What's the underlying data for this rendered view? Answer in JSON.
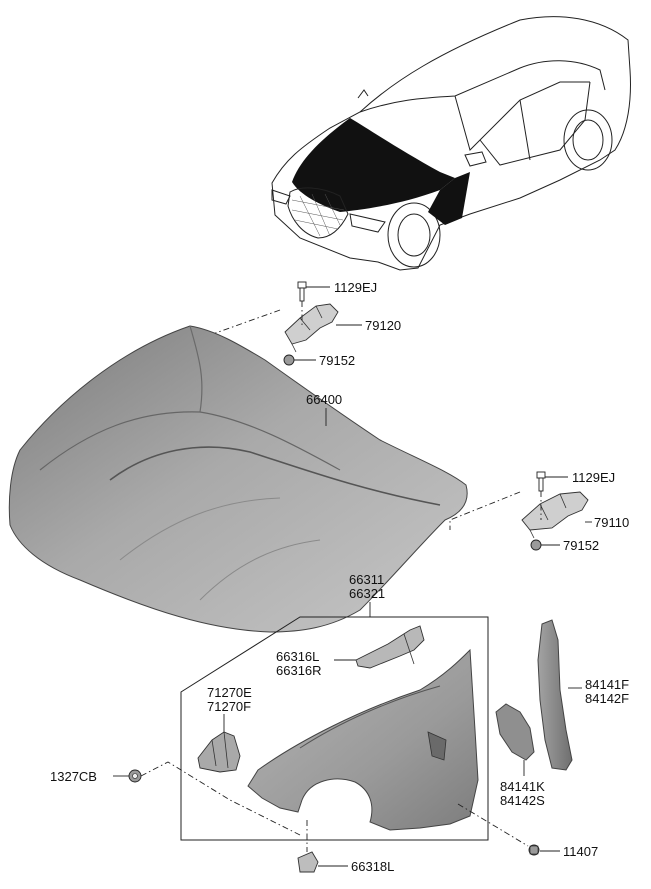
{
  "labels": {
    "bolt_top": "1129EJ",
    "hinge_left": "79120",
    "nut_left": "79152",
    "hood": "66400",
    "bolt_right": "1129EJ",
    "hinge_right": "79110",
    "nut_right": "79152",
    "fender_1": "66311",
    "fender_2": "66321",
    "bracket_1": "66316L",
    "bracket_2": "66316R",
    "stay_1": "71270E",
    "stay_2": "71270F",
    "nut_fender": "1327CB",
    "liner_1": "84141F",
    "liner_2": "84142F",
    "pad_1": "84141K",
    "pad_2": "84142S",
    "screw": "11407",
    "clip": "66318L"
  }
}
